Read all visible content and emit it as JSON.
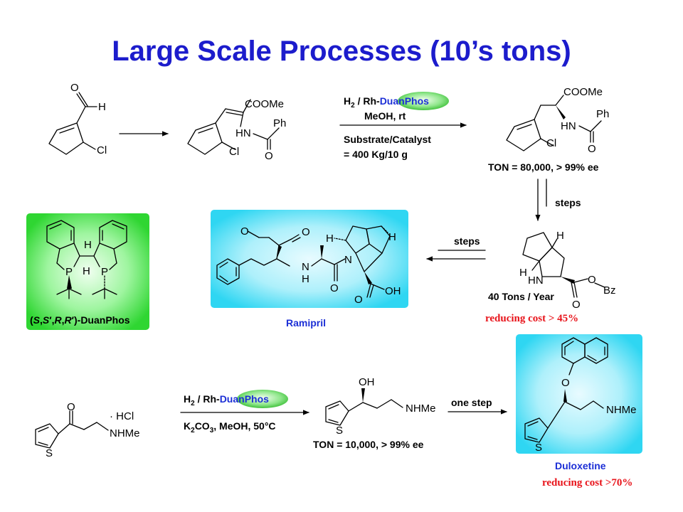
{
  "title": "Large Scale Processes (10’s tons)",
  "colors": {
    "title": "#1c1ccc",
    "drug_label": "#1c2fd6",
    "highlight": "#e8141b",
    "cyan_box": "#33ddf5",
    "green_box": "#33dd3a"
  },
  "scheme1": {
    "start_atoms": {
      "o": "O",
      "h": "H",
      "cl": "Cl"
    },
    "enamide_atoms": {
      "ester": "COOMe",
      "ph": "Ph",
      "hn": "HN",
      "cl": "Cl",
      "o": "O"
    },
    "cond_h2": "H",
    "cond_sub": "2",
    "cond_rh": " / Rh-",
    "catalyst": "DuanPhos",
    "cond_solvent": "MeOH, rt",
    "cond_ratio1": "Substrate/Catalyst",
    "cond_ratio2": "= 400 Kg/10 g",
    "product_atoms": {
      "ester": "COOMe",
      "ph": "Ph",
      "hn": "HN",
      "cl": "Cl",
      "o": "O"
    },
    "ton": "TON = 80,000, > 99% ee",
    "steps_down": "steps",
    "bicyclic_atoms": {
      "h_top": "H",
      "h_bot": "H",
      "hn": "HN",
      "o": "O",
      "o2": "O",
      "bz": "Bz"
    },
    "tonnage": "40 Tons / Year",
    "cost": "reducing cost > 45%",
    "steps_left": "steps"
  },
  "ligand": {
    "atoms": {
      "p1": "P",
      "p2": "P",
      "h1": "H",
      "h2": "H"
    },
    "label_open": "(",
    "label_s": "S",
    "label_comma1": ",",
    "label_s2": "S",
    "label_prime1": "′",
    "label_comma2": ",",
    "label_r": "R",
    "label_comma3": ",",
    "label_r2": "R",
    "label_prime2": "′",
    "label_tail": ")-DuanPhos"
  },
  "ramipril": {
    "atoms": {
      "o1": "O",
      "o2": "O",
      "h_nh": "H",
      "n_nh": "N",
      "o3": "O",
      "n_ring": "N",
      "h_a": "H",
      "h_b": "H",
      "o4": "O",
      "oh": "OH"
    },
    "name": "Ramipril"
  },
  "scheme2": {
    "ketone_atoms": {
      "o": "O",
      "s": "S",
      "hcl": "· HCl",
      "nhme": "NHMe"
    },
    "cond_h2": "H",
    "cond_sub": "2",
    "cond_rh": " / Rh-",
    "catalyst": "DuanPhos",
    "cond_base_k": "K",
    "cond_base_sub": "2",
    "cond_base_co": "CO",
    "cond_base_sub2": "3",
    "cond_base_rest": ", MeOH, 50°C",
    "alcohol_atoms": {
      "oh": "OH",
      "s": "S",
      "nhme": "NHMe"
    },
    "ton": "TON = 10,000, > 99% ee",
    "one_step": "one step"
  },
  "duloxetine": {
    "atoms": {
      "o": "O",
      "s": "S",
      "nhme": "NHMe"
    },
    "name": "Duloxetine",
    "cost": "reducing cost >70%"
  }
}
